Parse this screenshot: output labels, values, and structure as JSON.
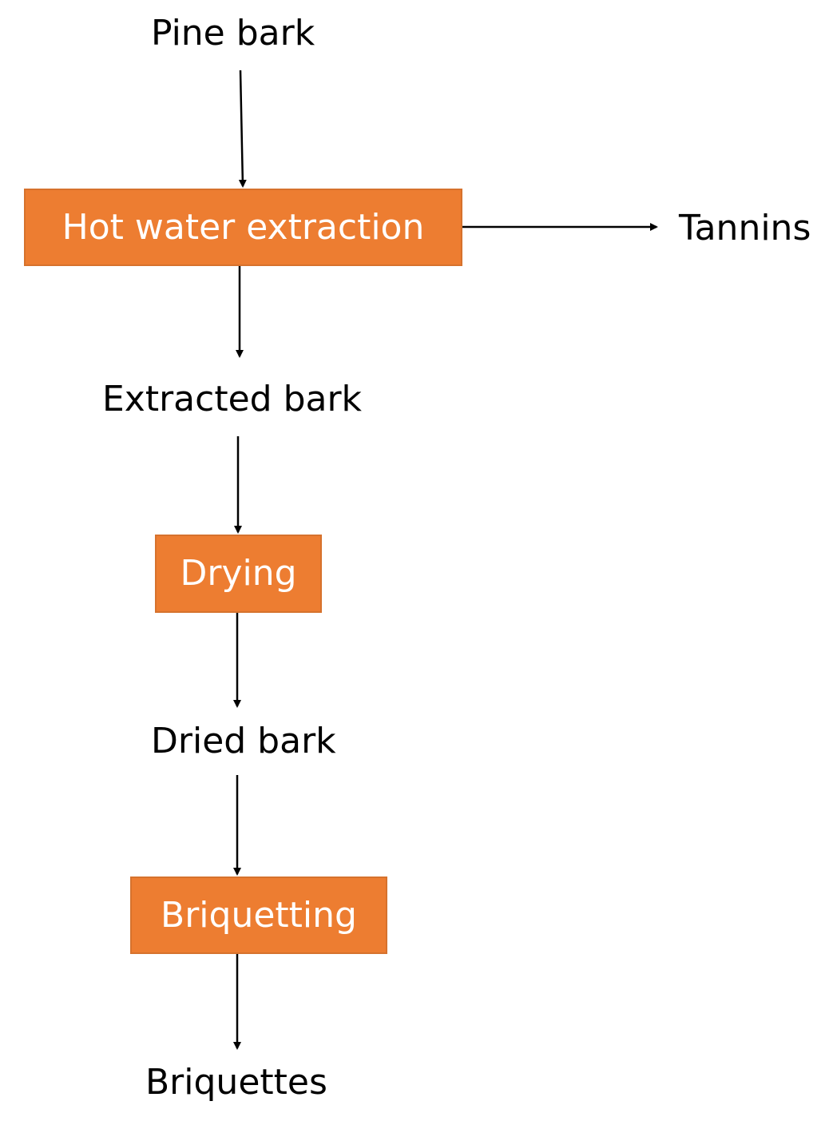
{
  "colors": {
    "process_fill": "#ed7d31",
    "process_text": "#ffffff",
    "arrow": "#000000"
  },
  "nodes": {
    "input": "Pine bark",
    "step1": "Hot water extraction",
    "byproduct": "Tannins",
    "intermediate1": "Extracted bark",
    "step2": "Drying",
    "intermediate2": "Dried bark",
    "step3": "Briquetting",
    "output": "Briquettes"
  }
}
